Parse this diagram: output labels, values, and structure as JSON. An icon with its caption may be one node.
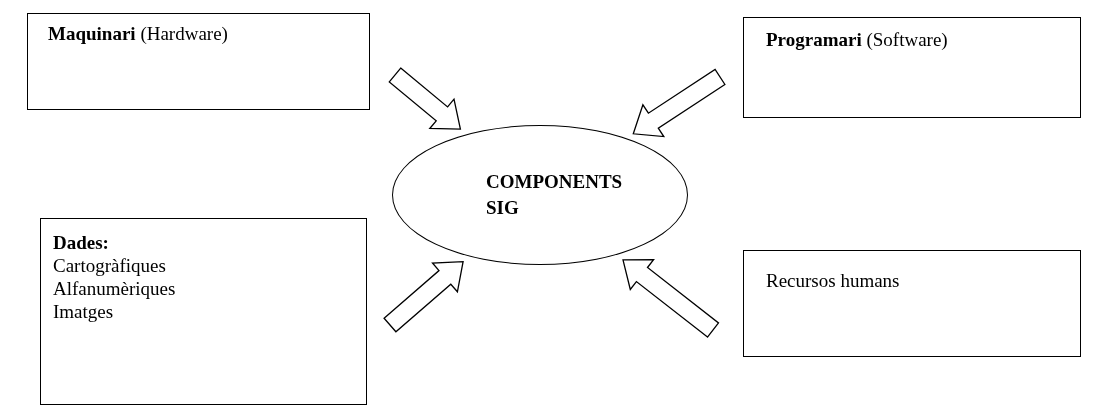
{
  "diagram": {
    "nodes": [
      {
        "text": [
          "**Maquinari** (Hardware)"
        ]
      },
      {
        "text": [
          "**Programari** (Software)"
        ]
      },
      {
        "text": [
          "COMPONENTS SIG"
        ]
      },
      {
        "text": [
          "Dades:",
          "Cartogràfiques",
          "Alfanumèriques",
          "Imatges"
        ]
      },
      {
        "text": [
          "Recursos humans"
        ]
      }
    ],
    "edges": [
      {
        "from": 0,
        "to": 2,
        "arrow": "to"
      },
      {
        "from": 1,
        "to": 2,
        "arrow": "to"
      },
      {
        "from": 3,
        "to": 2,
        "arrow": "to"
      },
      {
        "from": 4,
        "to": 2,
        "arrow": "to"
      }
    ]
  }
}
